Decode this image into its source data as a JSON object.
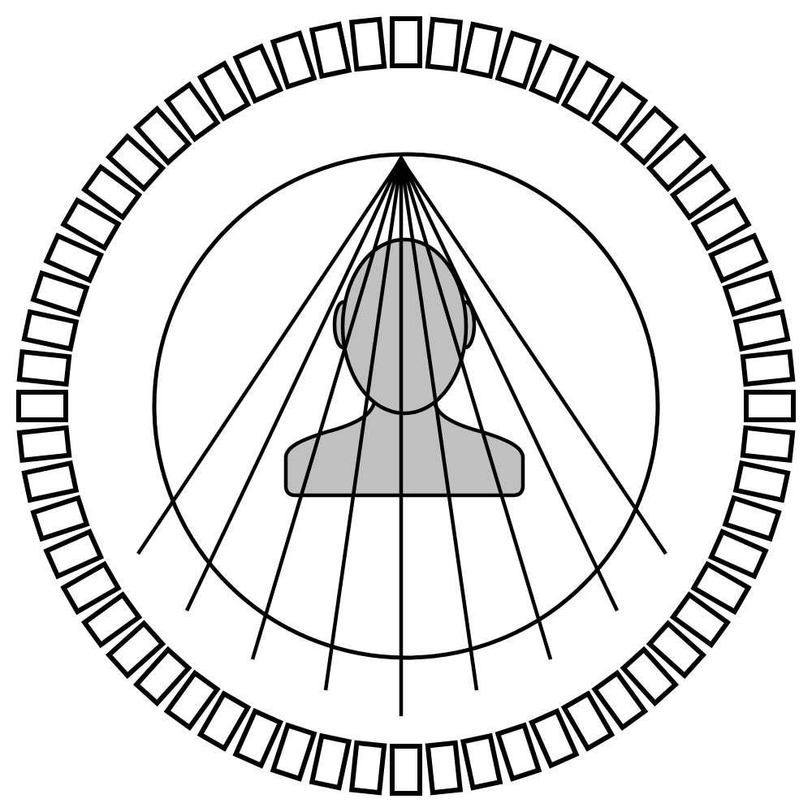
{
  "diagram": {
    "kind": "fan-beam CT scanner schematic",
    "detector_count": 60,
    "ray_count": 9,
    "colors": {
      "stroke": "#000000",
      "background": "#ffffff",
      "subject_fill": "#c0c0c0"
    },
    "icons": {
      "source": "x-ray-source-icon",
      "subject": "person-bust-icon"
    }
  }
}
